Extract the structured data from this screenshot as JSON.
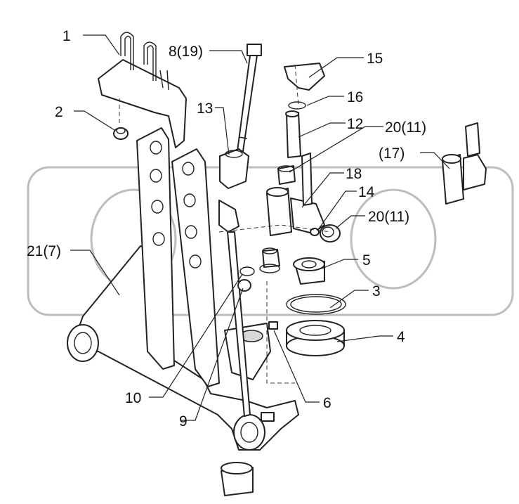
{
  "labels": {
    "p1": "1",
    "p2": "2",
    "p3": "3",
    "p4": "4",
    "p5": "5",
    "p6": "6",
    "p8": "8(19)",
    "p9": "9",
    "p10": "10",
    "p12": "12",
    "p13": "13",
    "p14": "14",
    "p15": "15",
    "p16": "16",
    "p17": "(17)",
    "p18": "18",
    "p20a": "20(11)",
    "p20b": "20(11)",
    "p21": "21(7)"
  },
  "colors": {
    "line": "#222222",
    "watermark": "#bdbdbd",
    "background": "#ffffff"
  }
}
